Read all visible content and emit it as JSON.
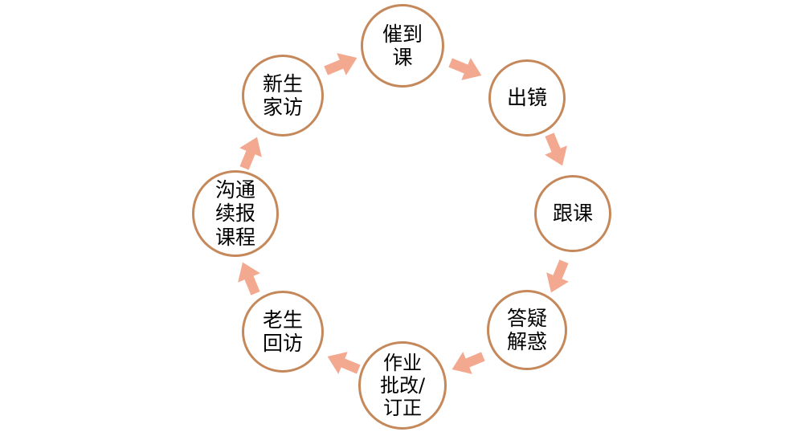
{
  "diagram": {
    "type": "cycle",
    "direction": "clockwise",
    "nodes": [
      {
        "label": "催到\n课"
      },
      {
        "label": "出镜"
      },
      {
        "label": "跟课"
      },
      {
        "label": "答疑\n解惑"
      },
      {
        "label": "作业\n批改/\n订正"
      },
      {
        "label": "老生\n回访"
      },
      {
        "label": "沟通\n续报\n课程"
      },
      {
        "label": "新生\n家访"
      }
    ],
    "colors": {
      "circle_border": "#c4885a",
      "circle_fill": "#ffffff",
      "arrow": "#f3a98f",
      "text": "#000000",
      "background": "#ffffff"
    }
  }
}
